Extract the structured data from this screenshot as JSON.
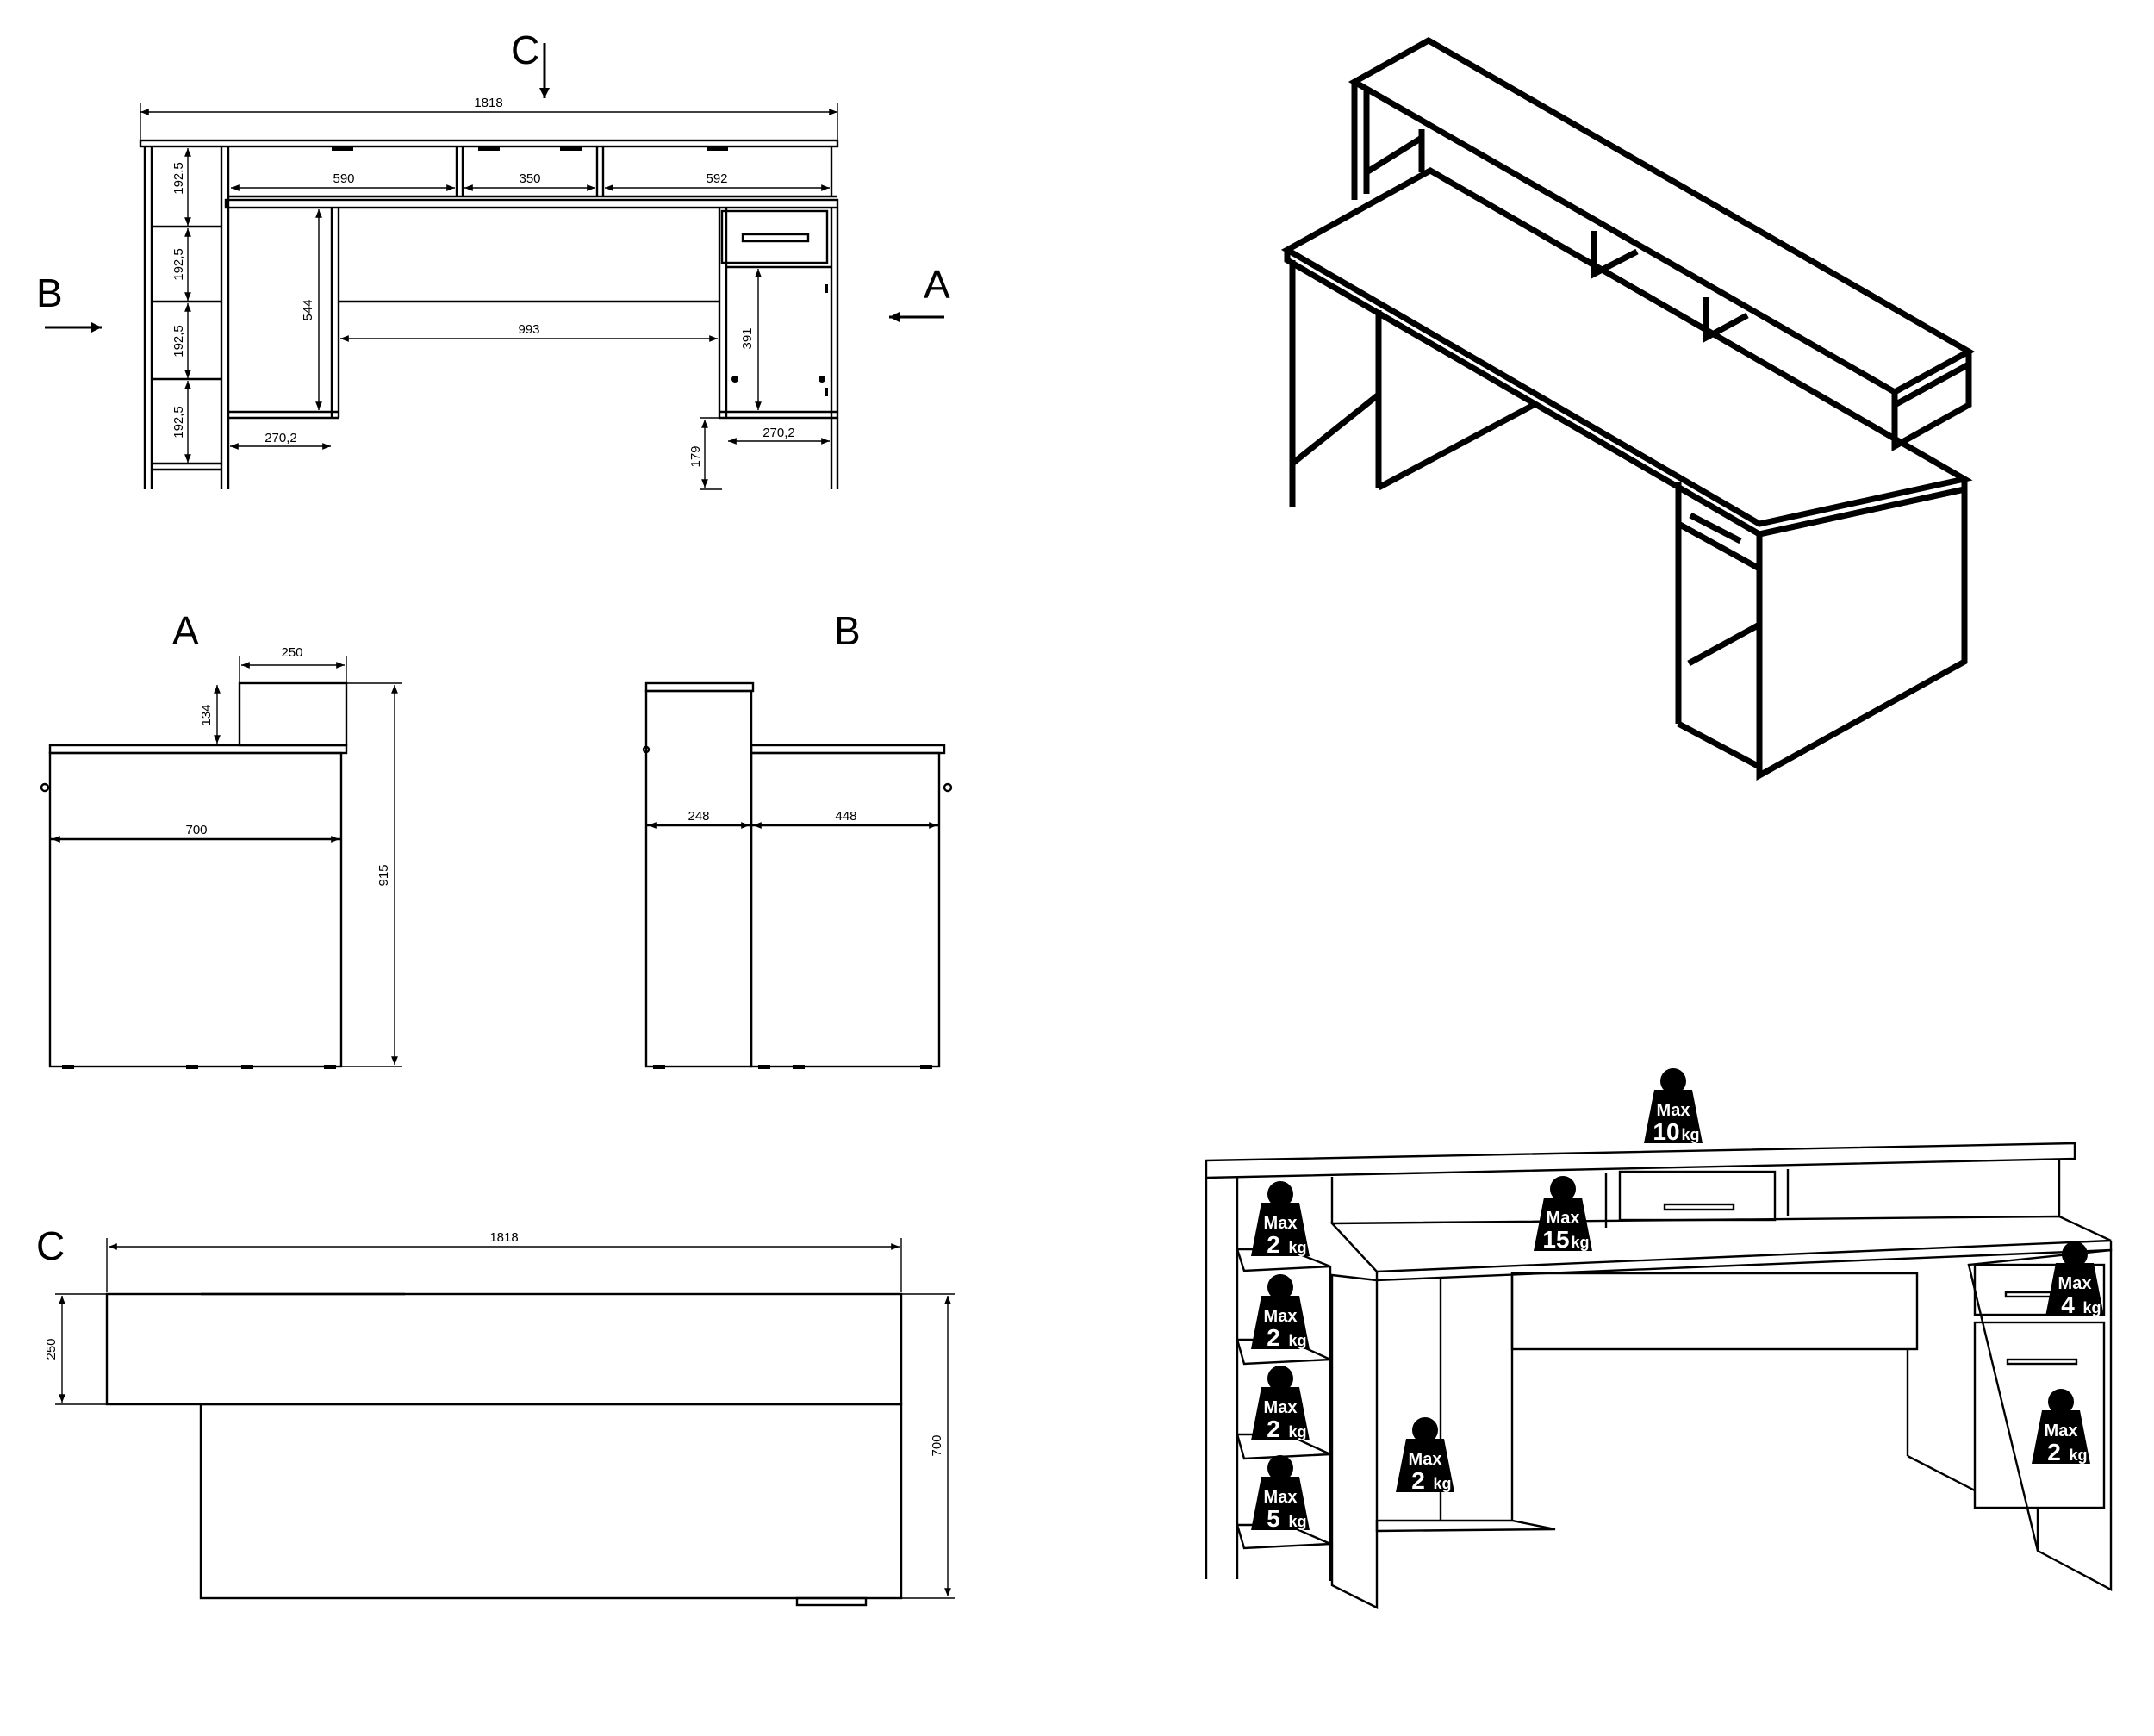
{
  "front_view": {
    "overall_width": "1818",
    "shelf_heights": [
      "192,5",
      "192,5",
      "192,5",
      "192,5"
    ],
    "top_widths": [
      "590",
      "350",
      "592"
    ],
    "knee_height": "544",
    "knee_width": "993",
    "cabinet_height": "391",
    "left_base_width": "270,2",
    "right_base_width": "270,2",
    "leg_height": "179",
    "arrow_labels": {
      "c": "C",
      "b": "B",
      "a": "A"
    }
  },
  "side_view_a": {
    "label": "A",
    "riser_depth": "250",
    "riser_height": "134",
    "desk_depth": "700",
    "total_height": "915"
  },
  "side_view_b": {
    "label": "B",
    "riser_depth": "248",
    "desk_depth": "448"
  },
  "top_view_c": {
    "label": "C",
    "overall_width": "1818",
    "riser_depth": "250",
    "total_depth": "700"
  },
  "load_labels": {
    "max_word": "Max",
    "unit": "kg",
    "top_riser": "10",
    "riser_shelf": "15",
    "bookcase_shelf_1": "2",
    "bookcase_shelf_2": "2",
    "bookcase_shelf_3": "2",
    "bookcase_bottom": "5",
    "under_desk_shelf": "2",
    "drawer": "4",
    "cabinet_door": "2"
  }
}
